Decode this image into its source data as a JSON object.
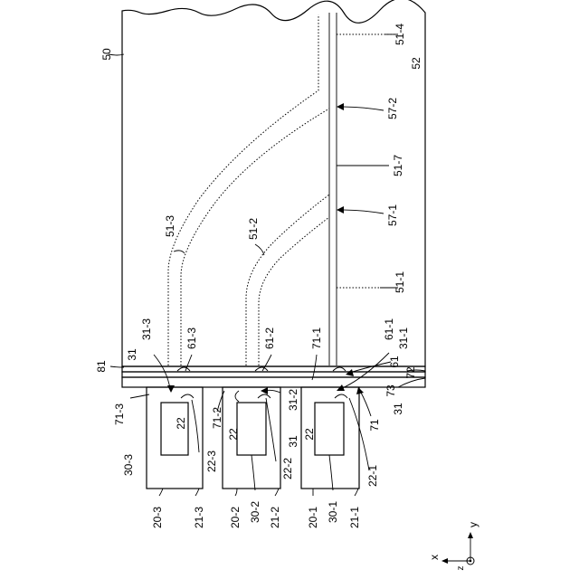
{
  "labels": {
    "l_50": "50",
    "l_51_4": "51-4",
    "l_52": "52",
    "l_57_2": "57-2",
    "l_51_7": "51-7",
    "l_57_1": "57-1",
    "l_51_1": "51-1",
    "l_51_3": "51-3",
    "l_51_2": "51-2",
    "l_31_3": "31-3",
    "l_61_3": "61-3",
    "l_31_a": "31",
    "l_81": "81",
    "l_61_2": "61-2",
    "l_71_1": "71-1",
    "l_61_1": "61-1",
    "l_31_1": "31-1",
    "l_61": "61",
    "l_72": "72",
    "l_73": "73",
    "l_31_b": "31",
    "l_71": "71",
    "l_71_3": "71-3",
    "l_22_a": "22",
    "l_22_3": "22-3",
    "l_30_3": "30-3",
    "l_71_2": "71-2",
    "l_22_b": "22",
    "l_31_2": "31-2",
    "l_31_c": "31",
    "l_22_c": "22",
    "l_22_2": "22-2",
    "l_22_1": "22-1",
    "l_20_3": "20-3",
    "l_21_3": "21-3",
    "l_20_2": "20-2",
    "l_30_2": "30-2",
    "l_21_2": "21-2",
    "l_20_1": "20-1",
    "l_30_1": "30-1",
    "l_21_1": "21-1"
  },
  "axes": {
    "y_label": "y",
    "x_label": "x",
    "z_label": "z"
  }
}
